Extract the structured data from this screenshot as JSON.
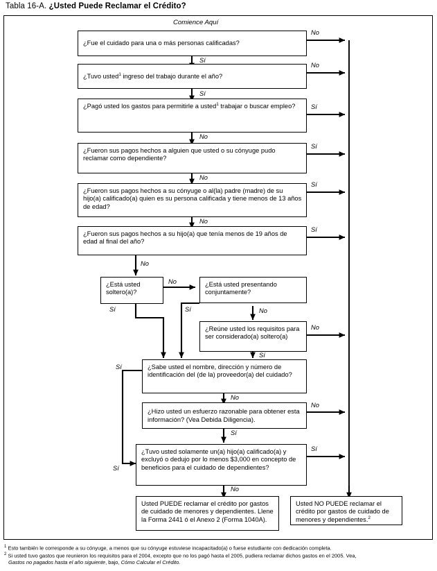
{
  "title": {
    "plain": "Tabla 16-A. ",
    "bold": "¿Usted Puede Reclamar el Crédito?"
  },
  "start_label": "Comience Aquí",
  "nodes": [
    {
      "id": "q1",
      "text": "¿Fue el cuidado para una o más personas calificadas?"
    },
    {
      "id": "q2a",
      "text": "¿Tuvo usted",
      "sup": "1",
      "text2": " ingreso del trabajo durante el año?"
    },
    {
      "id": "q3a",
      "text": "¿Pagó usted los gastos para permitirle a usted",
      "sup": "1",
      "text2": " trabajar o buscar empleo?"
    },
    {
      "id": "q4",
      "text": "¿Fueron sus pagos hechos a alguien que usted o su cónyuge pudo reclamar como dependiente?"
    },
    {
      "id": "q5",
      "text": "¿Fueron sus pagos hechos a su cónyuge o al(la) padre (madre) de su hijo(a) calificado(a) quien es su persona calificada y tiene menos de 13 años de edad?"
    },
    {
      "id": "q6",
      "text": "¿Fueron sus pagos hechos a su hijo(a) que tenía menos de 19 años de edad al final del año?"
    },
    {
      "id": "q7",
      "text": "¿Está usted soltero(a)?"
    },
    {
      "id": "q8",
      "text": "¿Está usted presentando conjuntamente?"
    },
    {
      "id": "q9",
      "text": "¿Reúne usted los requisitos para ser considerado(a) soltero(a)"
    },
    {
      "id": "q10",
      "text": "¿Sabe usted el nombre, dirección y número de identificación del (de la) proveedor(a) del cuidado?"
    },
    {
      "id": "q11",
      "text": "¿Hizo usted un esfuerzo razonable para obtener esta información? (Vea Debida Diligencia)."
    },
    {
      "id": "q12",
      "text": "¿Tuvo usted solamente un(a) hijo(a) calificado(a) y excluyó o dedujo por lo menos $3,000 en concepto de beneficios para el cuidado de dependientes?"
    },
    {
      "id": "out_yes",
      "text": "Usted PUEDE reclamar el crédito por gastos de cuidado de menores y dependientes. Llene la Forma 2441 ó el Anexo 2 (Forma 1040A)."
    },
    {
      "id": "out_no",
      "text": "Usted NO PUEDE reclamar el crédito por gastos de cuidado de menores y dependientes.",
      "sup": "2"
    }
  ],
  "edge_labels": {
    "q1_no": "No",
    "q1_si": "Sí",
    "q2_no": "No",
    "q2_si": "Sí",
    "q3_si": "Sí",
    "q3_no": "No",
    "q4_si": "Sí",
    "q4_no": "No",
    "q5_si": "Sí",
    "q5_no": "No",
    "q6_si": "Sí",
    "q6_no": "No",
    "q7_no": "No",
    "q7_si": "Sí",
    "q8_si": "Sí",
    "q8_no": "No",
    "q9_no": "No",
    "q9_si": "Sí",
    "q10_si": "Sí",
    "q10_no": "No",
    "q11_no": "No",
    "q11_si": "Sí",
    "q12_si": "Sí",
    "q12_no": "No"
  },
  "footnotes": [
    {
      "marker": "1",
      "line1_plain": "Esto también le corresponde a su cónyuge, a menos que su cónyuge estuviese incapacitado(a) o fuese estudiante con dedicación completa."
    },
    {
      "marker": "2",
      "line1_plain": "Si usted tuvo gastos que reunieron los requisitos para el 2004, excepto que no los pagó hasta el 2005, pudiera reclamar dichos gastos en el 2005. Vea,",
      "line2_italic1": "Gastos no pagados hasta el año siguiente",
      "line2_plain1": ", bajo, ",
      "line2_italic2": "Cómo Calcular el Crédito",
      "line2_plain2": "."
    }
  ]
}
